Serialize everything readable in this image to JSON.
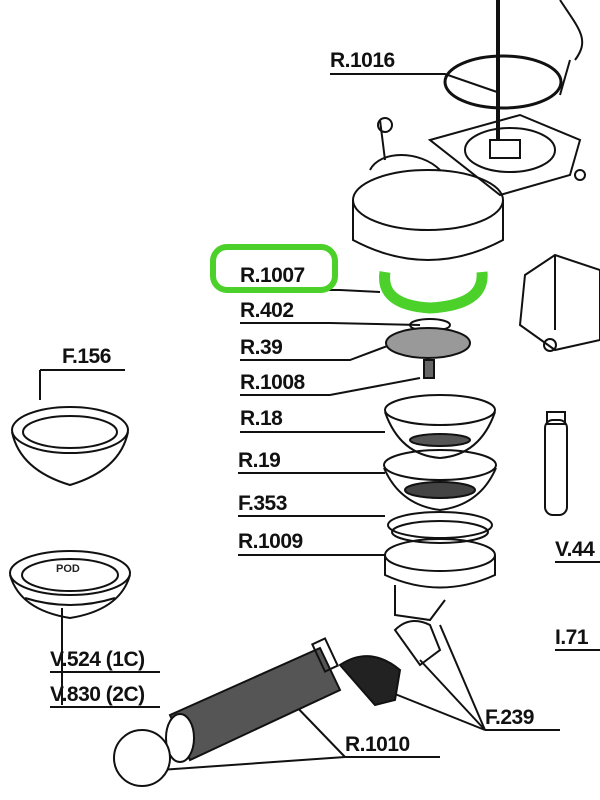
{
  "diagram": {
    "highlight_color": "#4cd12b",
    "highlighted_part": "R.1007",
    "labels": {
      "r1016": "R.1016",
      "r1007": "R.1007",
      "r402": "R.402",
      "r39": "R.39",
      "r1008": "R.1008",
      "r18": "R.18",
      "r19": "R.19",
      "f353": "F.353",
      "r1009": "R.1009",
      "f156": "F.156",
      "pod": "POD",
      "v524": "V.524 (1C)",
      "v830": "V.830 (2C)",
      "r1010": "R.1010",
      "f239": "F.239",
      "v44": "V.44",
      "i71": "I.71"
    }
  }
}
